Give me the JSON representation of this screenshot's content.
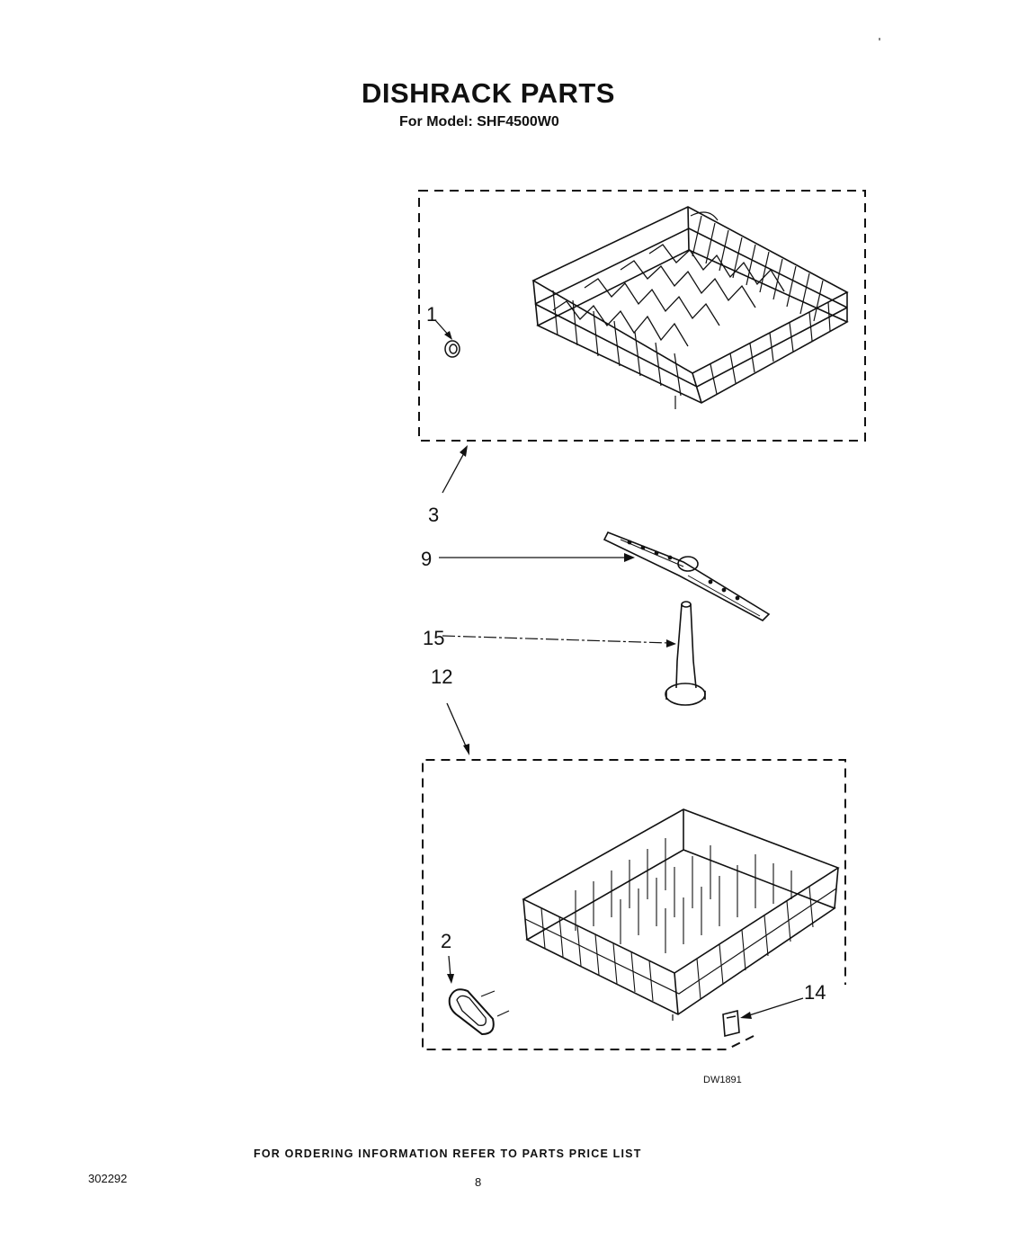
{
  "header": {
    "title": "DISHRACK PARTS",
    "subtitle": "For Model: SHF4500W0"
  },
  "callouts": {
    "c1": "1",
    "c2": "2",
    "c3": "3",
    "c9": "9",
    "c12": "12",
    "c14": "14",
    "c15": "15"
  },
  "drawing_code": "DW1891",
  "footer": {
    "ordering_note": "FOR ORDERING INFORMATION REFER TO PARTS PRICE LIST",
    "doc_number": "302292",
    "page_number": "8"
  }
}
